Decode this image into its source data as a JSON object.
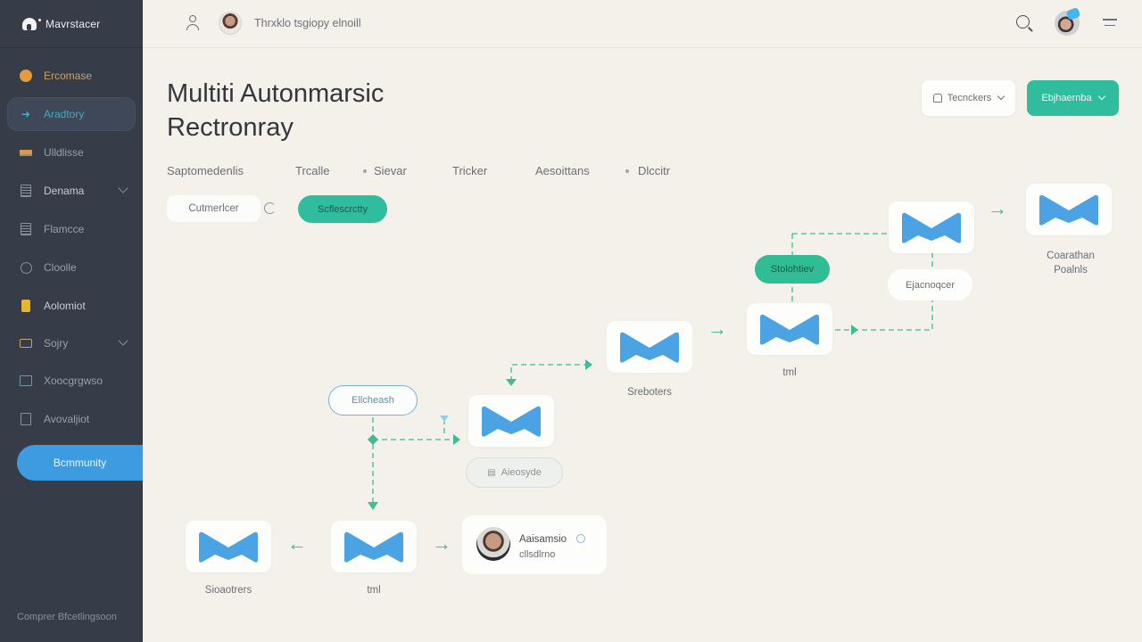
{
  "app": {
    "brand": "Mavrstacer"
  },
  "sidebar": {
    "items": [
      {
        "label": "Ercomase",
        "icon": "coin-icon"
      },
      {
        "label": "Aradtory",
        "icon": "handshake-icon"
      },
      {
        "label": "Ulldlisse",
        "icon": "tray-icon"
      },
      {
        "label": "Denama",
        "icon": "document-icon",
        "expandable": true
      },
      {
        "label": "Flamcce",
        "icon": "document-icon"
      },
      {
        "label": "Cloolle",
        "icon": "clock-icon"
      },
      {
        "label": "Aolomiot",
        "icon": "folder-yellow-icon"
      },
      {
        "label": "Sojry",
        "icon": "card-icon",
        "expandable": true
      },
      {
        "label": "Xoocgrgwso",
        "icon": "box-icon"
      },
      {
        "label": "Avovaljiot",
        "icon": "file-icon"
      }
    ],
    "active_index": 1,
    "community_button": "Bcmmunity",
    "footer": "Comprer Bfcetlingsoon"
  },
  "topbar": {
    "title": "Thrxklo tsgiopy elnoill"
  },
  "header": {
    "title_line1": "Multiti Autonmarsic",
    "title_line2": "Rectronray",
    "tickers_button": "Tecnckers",
    "primary_button": "Ebjhaernba"
  },
  "tabs": [
    {
      "label": "Saptomedenlis"
    },
    {
      "label": "Trcalle"
    },
    {
      "label": "Sievar"
    },
    {
      "label": "Tricker"
    },
    {
      "label": "Aesoittans"
    },
    {
      "label": "Dlccitr"
    }
  ],
  "filters": {
    "filter_pill": "Cutmerlcer",
    "active_pill": "Scflescrctty"
  },
  "flow": {
    "colors": {
      "accent": "#30bd95",
      "logo": "#4ba3e3",
      "line": "#43b996"
    },
    "nodes": [
      {
        "id": "n1",
        "label": "Sioaotrers"
      },
      {
        "id": "n2",
        "label": "tml"
      },
      {
        "id": "n3",
        "label": ""
      },
      {
        "id": "n4",
        "label": "Sreboters"
      },
      {
        "id": "n5",
        "label": "tml"
      },
      {
        "id": "n6",
        "label": ""
      },
      {
        "id": "n7",
        "label_line1": "Coarathan",
        "label_line2": "Poalnls"
      }
    ],
    "pills": {
      "outline": "Ellcheash",
      "gray": "Aieosyde",
      "green": "Stolohtiev",
      "white": "Ejacnoqcer"
    },
    "agent": {
      "name": "Aaisamsio",
      "subtitle": "cllsdlrno"
    }
  }
}
